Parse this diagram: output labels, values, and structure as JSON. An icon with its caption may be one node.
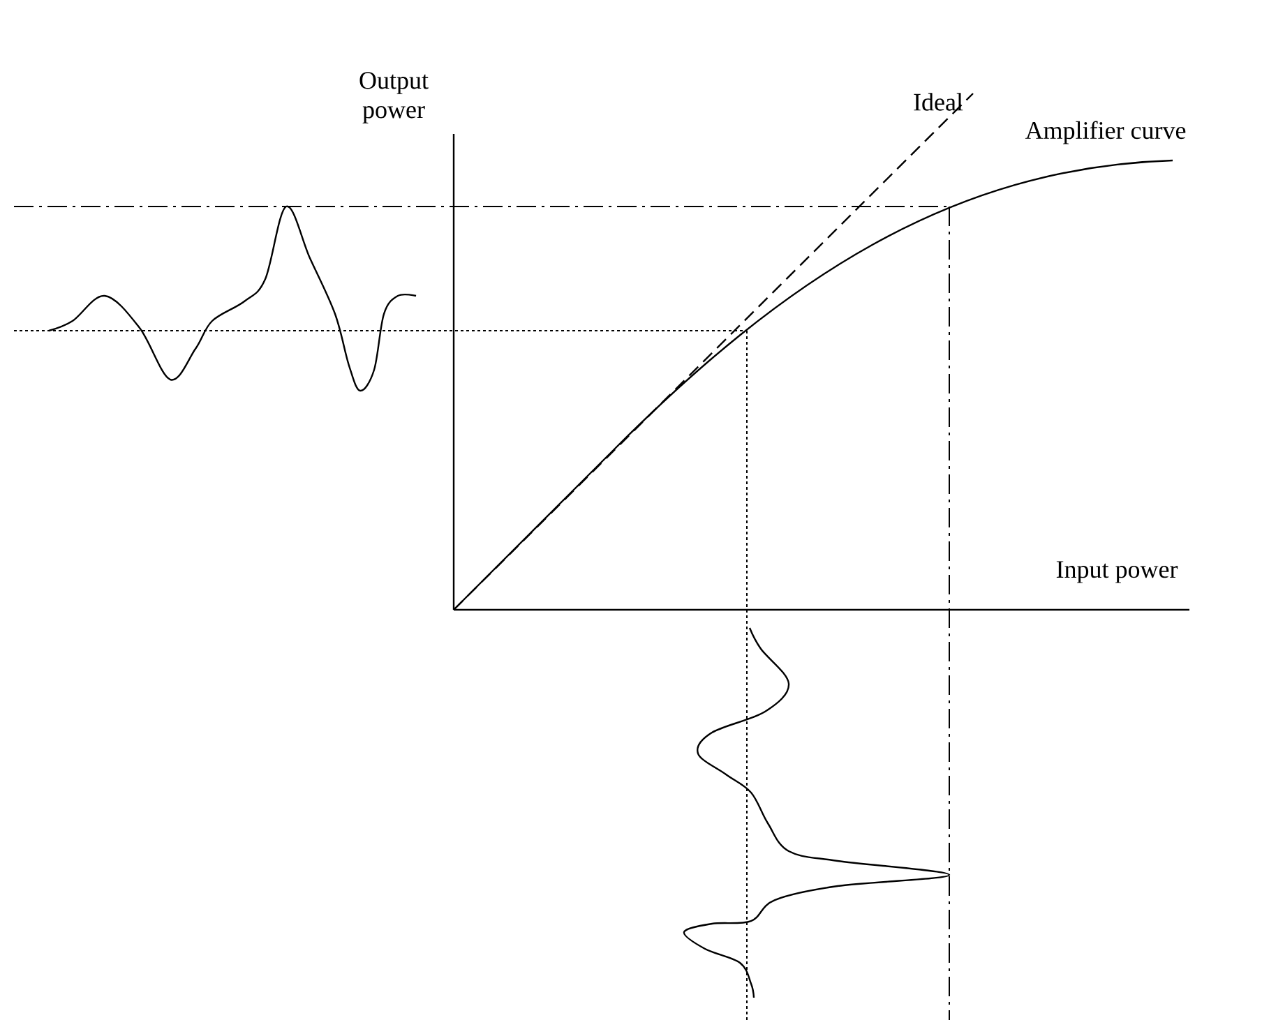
{
  "diagram": {
    "labels": [
      "Output power",
      "Ideal",
      "Amplifier curve",
      "Input power"
    ]
  }
}
